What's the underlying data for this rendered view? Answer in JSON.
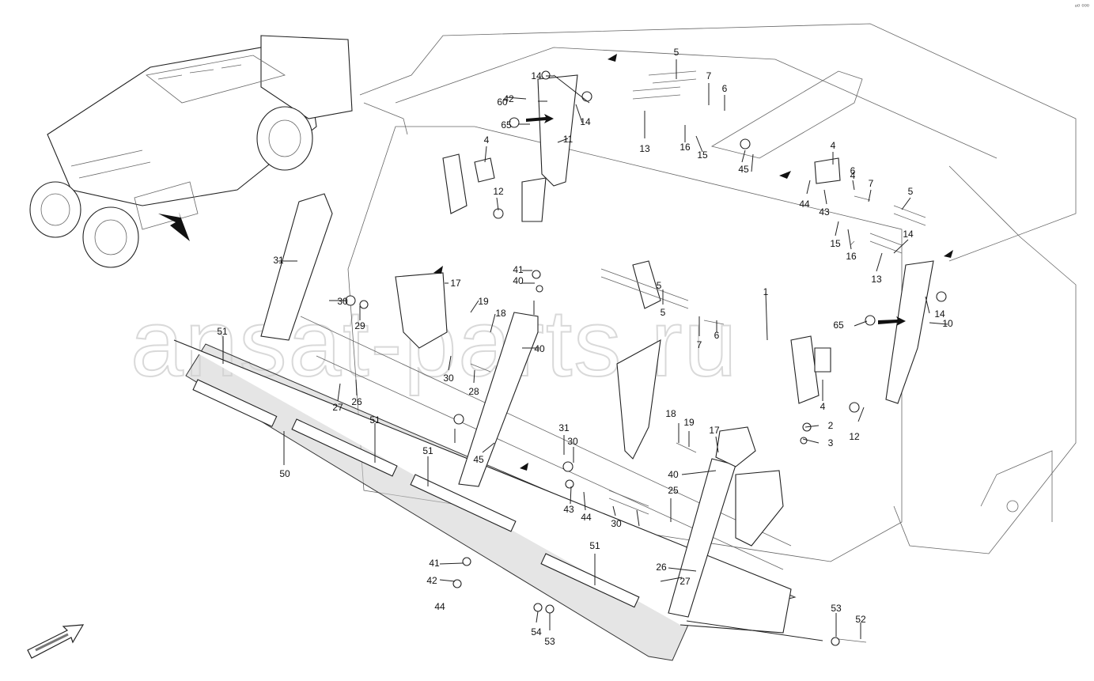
{
  "watermark": "ansat-parts.ru",
  "corner_mark": "ᵒ⁰ ⁰⁰⁰",
  "callouts": [
    "1",
    "2",
    "3",
    "4",
    "4",
    "4",
    "4",
    "5",
    "5",
    "5",
    "5",
    "6",
    "6",
    "6",
    "7",
    "7",
    "7",
    "10",
    "11",
    "12",
    "12",
    "13",
    "13",
    "14",
    "14",
    "14",
    "14",
    "15",
    "15",
    "16",
    "16",
    "17",
    "17",
    "18",
    "18",
    "19",
    "19",
    "25",
    "26",
    "26",
    "27",
    "27",
    "28",
    "29",
    "30",
    "30",
    "30",
    "30",
    "31",
    "31",
    "40",
    "40",
    "40",
    "41",
    "41",
    "42",
    "42",
    "43",
    "43",
    "44",
    "44",
    "44",
    "45",
    "45",
    "50",
    "51",
    "51",
    "51",
    "51",
    "52",
    "53",
    "53",
    "54",
    "60",
    "65",
    "65"
  ],
  "icons": {
    "view_arrow": "arrow-right-icon",
    "orientation_arrow": "orientation-arrow-icon"
  }
}
